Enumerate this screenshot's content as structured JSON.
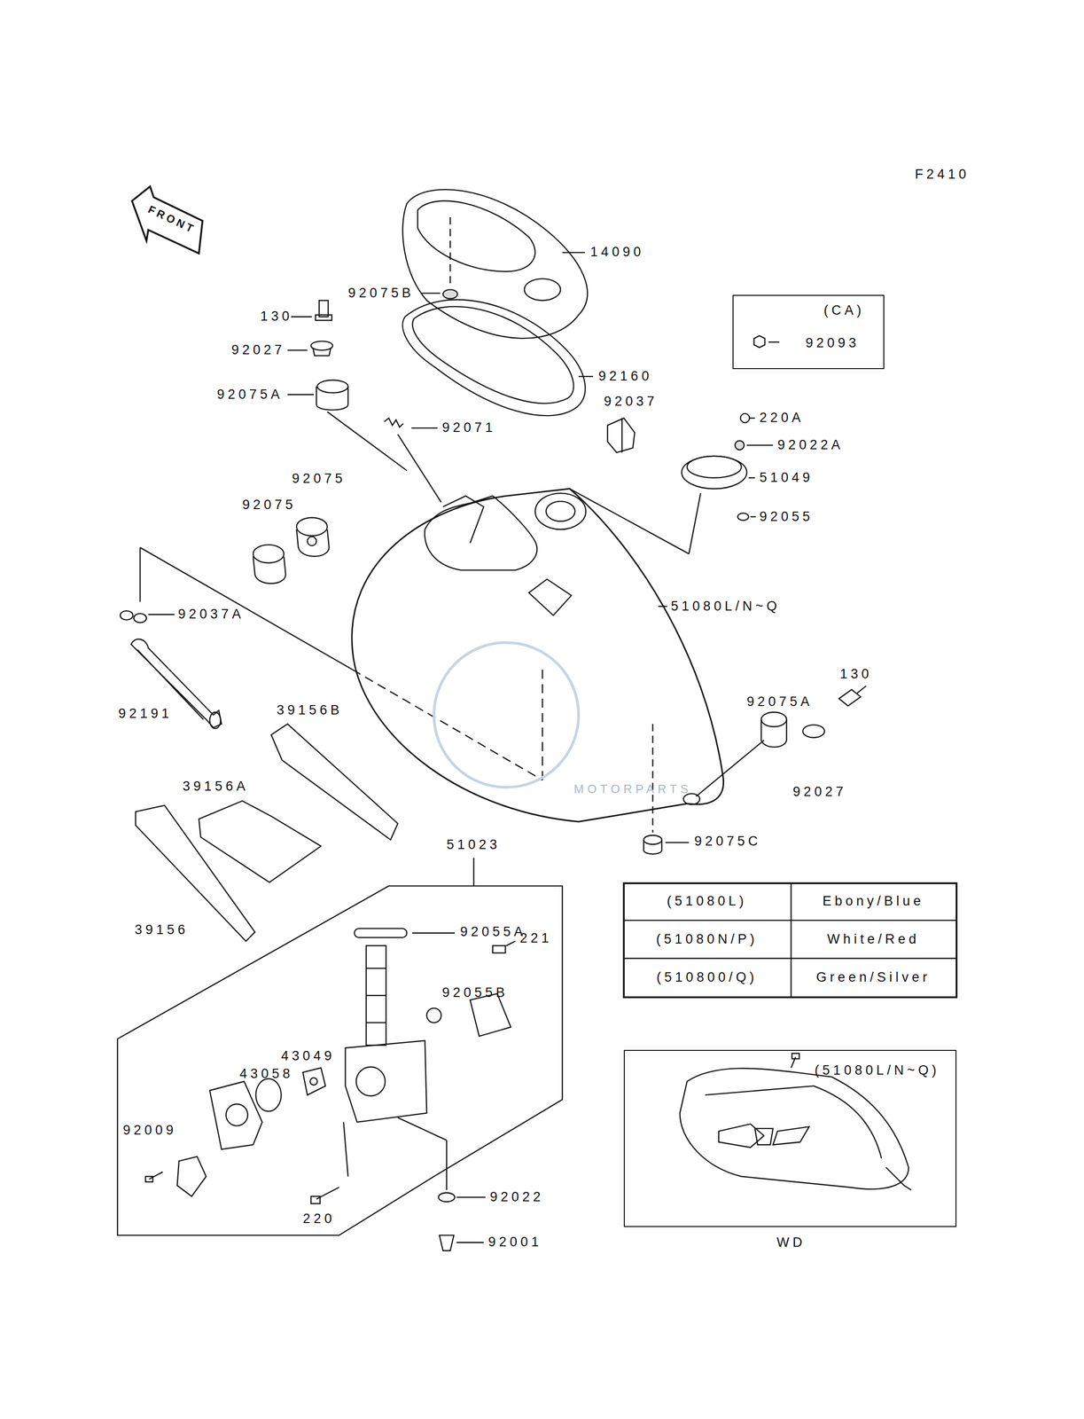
{
  "diagram": {
    "nodes": [
      {
        "text": [
          "(CA)",
          "92093"
        ]
      },
      {
        "text": [
          "(51080L/N~Q)",
          "WD"
        ]
      }
    ],
    "labels": [
      "F2410",
      "FRONT",
      "14090",
      "92075B",
      "130",
      "92027",
      "92160",
      "92075A",
      "92037",
      "92071",
      "220A",
      "92022A",
      "51049",
      "92075",
      "92075",
      "92055",
      "92037A",
      "51080L/N~Q",
      "39156B",
      "92191",
      "130",
      "92075A",
      "39156A",
      "92027",
      "92075C",
      "51023",
      "39156",
      "92055A",
      "221",
      "92055B",
      "43049",
      "43058",
      "92009",
      "220",
      "92022",
      "92001",
      "(51080L)",
      "Ebony/Blue",
      "(51080N/P)",
      "White/Red",
      "(510800/Q)",
      "Green/Silver",
      "MOTORPARTS"
    ]
  }
}
